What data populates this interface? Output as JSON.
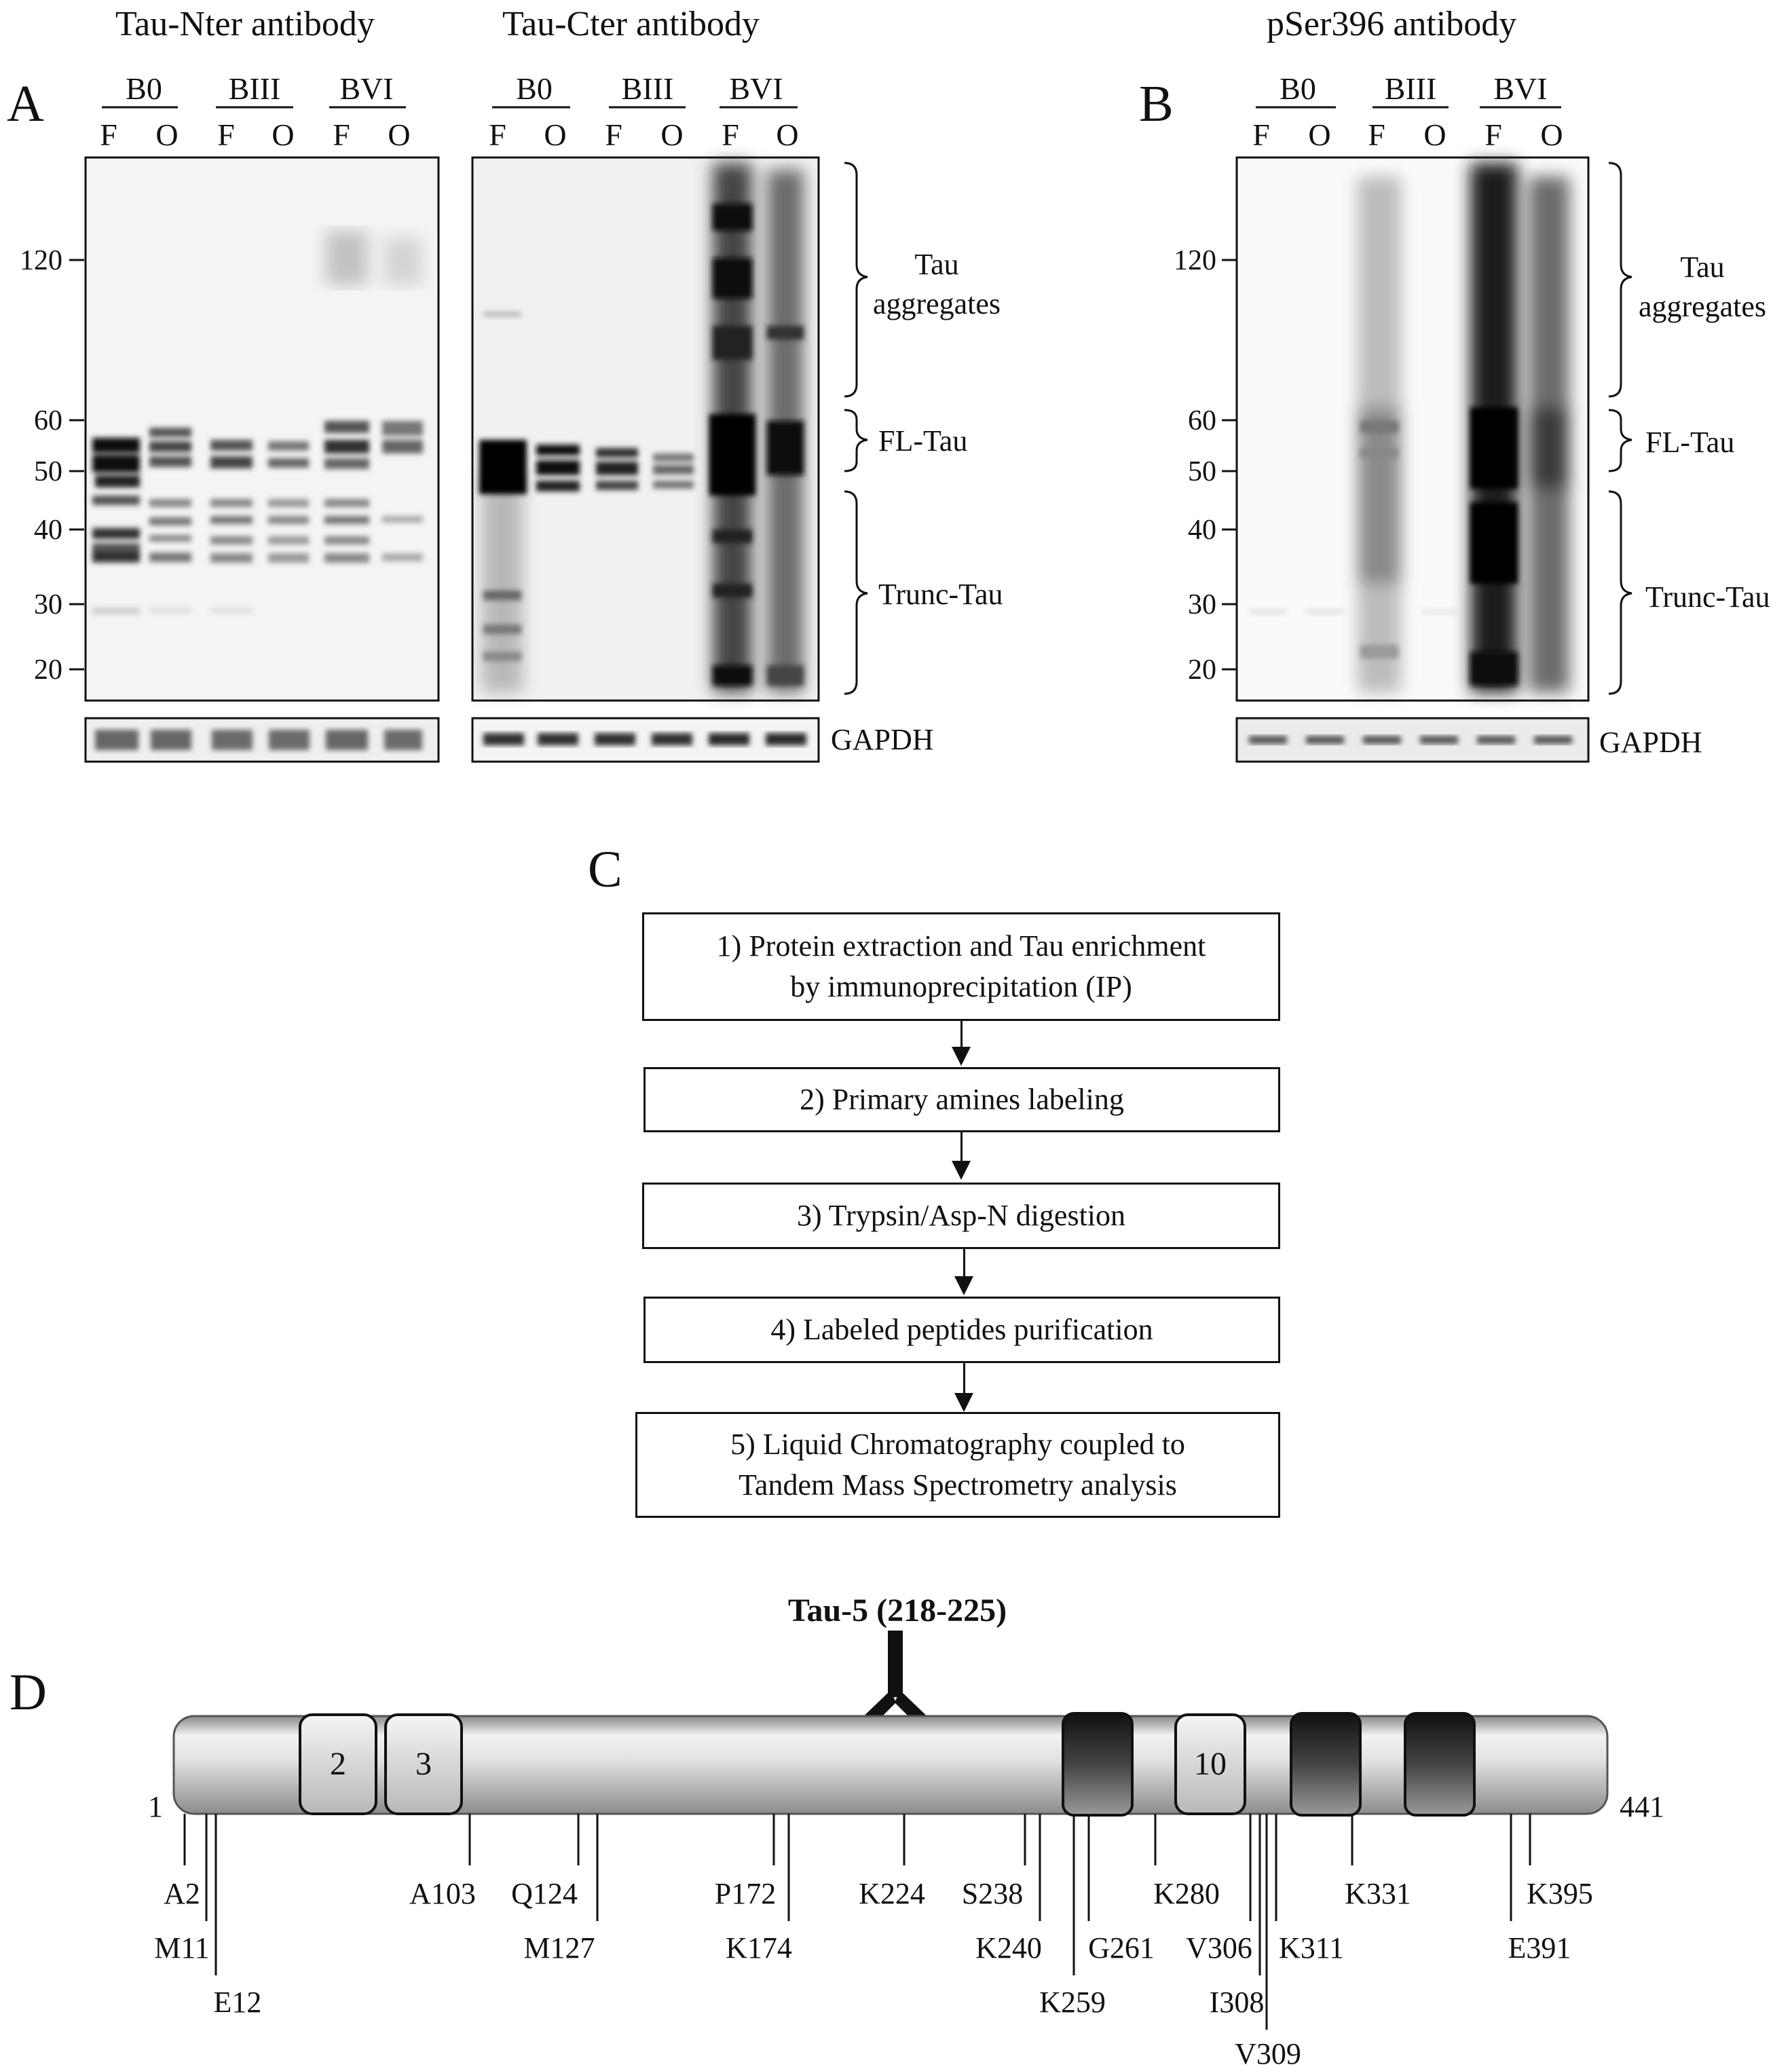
{
  "panelA": {
    "label": "A",
    "blot1": {
      "title": "Tau-Nter antibody"
    },
    "blot2": {
      "title": "Tau-Cter antibody"
    },
    "groups": [
      "B0",
      "BIII",
      "BVI"
    ],
    "fractions": [
      "F",
      "O",
      "F",
      "O",
      "F",
      "O"
    ],
    "mw_markers": [
      "120",
      "60",
      "50",
      "40",
      "30",
      "20"
    ],
    "loading_control": "GAPDH"
  },
  "panelB": {
    "label": "B",
    "title": "pSer396 antibody",
    "groups": [
      "B0",
      "BIII",
      "BVI"
    ],
    "fractions": [
      "F",
      "O",
      "F",
      "O",
      "F",
      "O"
    ],
    "mw_markers": [
      "120",
      "60",
      "50",
      "40",
      "30",
      "20"
    ],
    "loading_control": "GAPDH"
  },
  "bracket_labels": {
    "aggregates_line1": "Tau",
    "aggregates_line2": "aggregates",
    "fl": "FL-Tau",
    "trunc": "Trunc-Tau"
  },
  "panelC": {
    "label": "C",
    "steps": [
      {
        "line1": "1) Protein extraction and Tau enrichment",
        "line2": "by immunoprecipitation (IP)"
      },
      {
        "line1": "2) Primary amines labeling",
        "line2": ""
      },
      {
        "line1": "3) Trypsin/Asp-N digestion",
        "line2": ""
      },
      {
        "line1": "4) Labeled peptides purification",
        "line2": ""
      },
      {
        "line1": "5) Liquid Chromatography coupled to",
        "line2": "Tandem Mass Spectrometry analysis"
      }
    ]
  },
  "panelD": {
    "label": "D",
    "antibody": "Tau-5 (218-225)",
    "start": "1",
    "end": "441",
    "boxes": [
      "2",
      "3",
      "10"
    ],
    "sites": [
      "A2",
      "M11",
      "E12",
      "A103",
      "Q124",
      "M127",
      "P172",
      "K174",
      "K224",
      "S238",
      "K240",
      "K259",
      "G261",
      "K280",
      "V306",
      "I308",
      "V309",
      "K311",
      "K331",
      "K395",
      "E391"
    ]
  }
}
